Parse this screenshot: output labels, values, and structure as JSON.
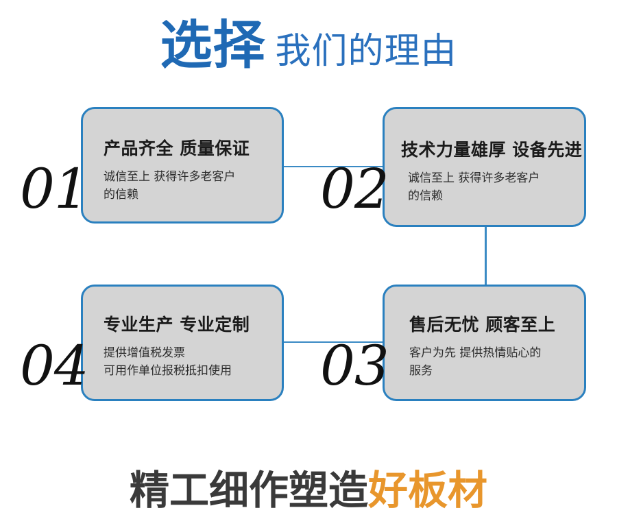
{
  "header": {
    "title_main": "选择",
    "title_sub": "我们的理由",
    "color_main": "#1f69b4",
    "color_sub": "#2a70bd"
  },
  "theme": {
    "card_fill": "#d4d4d4",
    "card_border": "#2a80bf",
    "connector": "#3a8ac4",
    "number_color": "#111111",
    "accent_orange": "#e8962c",
    "footer_dark": "#3a3a3a"
  },
  "cards": [
    {
      "number": "01",
      "heading": "产品齐全 质量保证",
      "body_lines": [
        "诚信至上 获得许多老客户",
        "的信赖"
      ]
    },
    {
      "number": "02",
      "heading": "技术力量雄厚 设备先进",
      "body_lines": [
        "诚信至上 获得许多老客户",
        "的信赖"
      ]
    },
    {
      "number": "03",
      "heading": "售后无忧 顾客至上",
      "body_lines": [
        "客户为先 提供热情贴心的",
        "服务"
      ]
    },
    {
      "number": "04",
      "heading": "专业生产 专业定制",
      "body_lines": [
        "提供增值税发票",
        "可用作单位报税抵扣使用"
      ]
    }
  ],
  "footer": {
    "text_dark": "精工细作塑造",
    "text_accent": "好板材"
  }
}
